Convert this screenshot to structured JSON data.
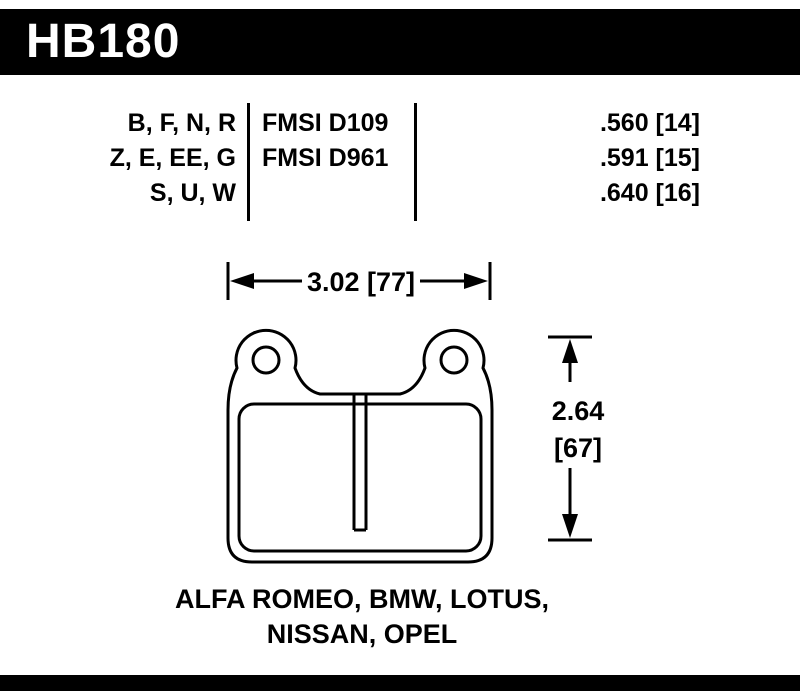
{
  "header": {
    "part_number": "HB180"
  },
  "colors": {
    "bar": "#000000",
    "background": "#ffffff",
    "text": "#000000",
    "inverse_text": "#ffffff"
  },
  "spec_table": {
    "rows": [
      {
        "compounds": "B, F, N, R",
        "fmsi": "FMSI D109",
        "thickness": ".560 [14]"
      },
      {
        "compounds": "Z, E, EE, G",
        "fmsi": "FMSI D961",
        "thickness": ".591 [15]"
      },
      {
        "compounds": "S, U, W",
        "fmsi": "",
        "thickness": ".640 [16]"
      }
    ]
  },
  "dimensions": {
    "width_label": "3.02 [77]",
    "height_value": "2.64",
    "height_bracket": "[67]"
  },
  "applications": {
    "line1": "ALFA ROMEO, BMW, LOTUS,",
    "line2": "NISSAN, OPEL"
  }
}
